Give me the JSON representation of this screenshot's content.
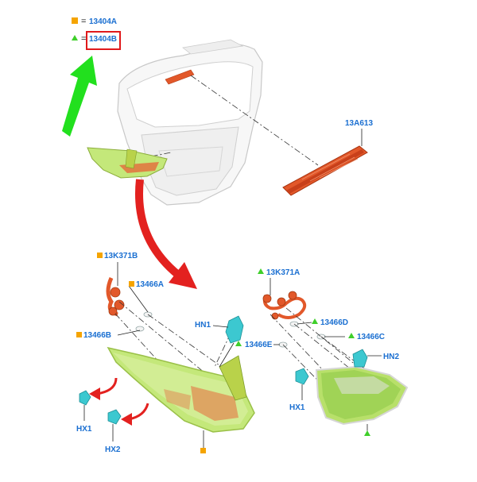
{
  "legend": {
    "square_eq": "=",
    "square_code": "13404A",
    "triangle_eq": "=",
    "triangle_code": "13404B"
  },
  "labels": {
    "high_mount_lamp": "13A613",
    "left_bulb_holder": "13K371B",
    "left_bulb_a": "13466A",
    "left_bulb_b": "13466B",
    "left_nut_hn1": "HN1",
    "left_hx1": "HX1",
    "left_hx2": "HX2",
    "right_bulb_holder": "13K371A",
    "right_bulb_d": "13466D",
    "right_bulb_c": "13466C",
    "right_bulb_e": "13466E",
    "right_hn2": "HN2",
    "right_hx1": "HX1"
  },
  "colors": {
    "label_blue": "#1a6fd1",
    "square_orange": "#f5a400",
    "triangle_green": "#3fcf2a",
    "highlight_red": "#e0191b",
    "arrow_green": "#22e01e",
    "arrow_red": "#e3211f",
    "lamp_green": "#b8e06a",
    "lamp_red": "#e2582a",
    "clip_cyan": "#3cc8d0"
  }
}
